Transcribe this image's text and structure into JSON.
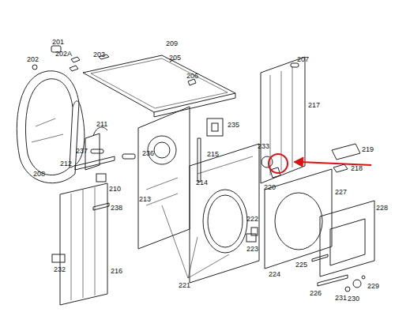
{
  "diagram": {
    "labels": [
      "201",
      "202",
      "202A",
      "203",
      "209",
      "205",
      "206",
      "207",
      "208",
      "237",
      "236",
      "235",
      "217",
      "219",
      "218",
      "211",
      "215",
      "233",
      "212",
      "210",
      "213",
      "214",
      "238",
      "220",
      "227",
      "228",
      "222",
      "223",
      "232",
      "216",
      "221",
      "224",
      "225",
      "226",
      "231",
      "230",
      "229"
    ]
  }
}
